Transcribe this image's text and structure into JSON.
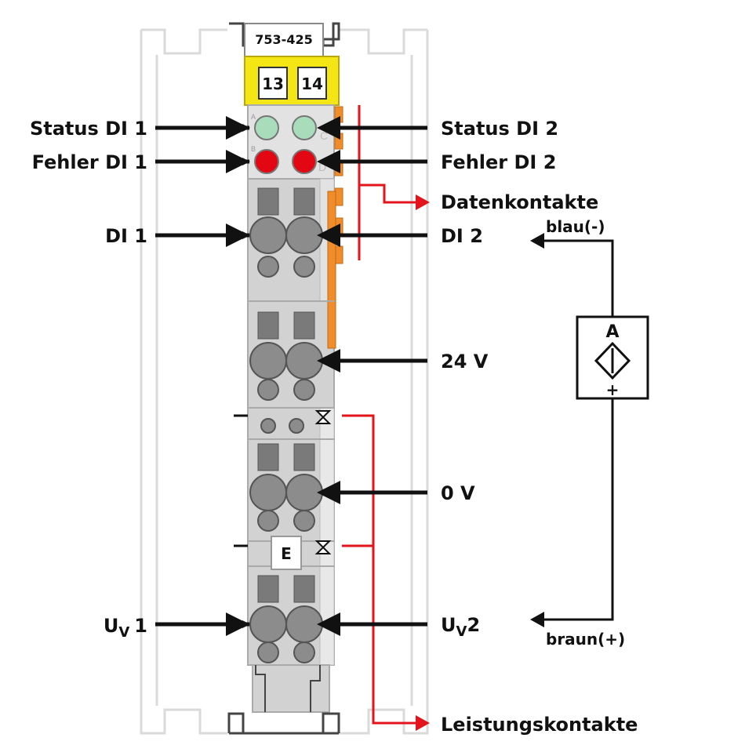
{
  "module": {
    "part_number": "753-425",
    "marker_left": "13",
    "marker_right": "14",
    "end_marker": "E",
    "led_letters": [
      "A",
      "B",
      "C",
      "D"
    ]
  },
  "labels": {
    "status_di1": "Status DI 1",
    "fehler_di1": "Fehler DI 1",
    "di1": "DI 1",
    "uv1_main": "U",
    "uv1_sub": "V",
    "uv1_num": "1",
    "status_di2": "Status DI 2",
    "fehler_di2": "Fehler DI 2",
    "datenkontakte": "Datenkontakte",
    "di2": "DI 2",
    "v24": "24 V",
    "v0": "0 V",
    "uv2_main": "U",
    "uv2_sub": "V",
    "uv2_num": "2",
    "leistungskontakte": "Leistungskontakte"
  },
  "sensor": {
    "letter": "A",
    "plus": "+",
    "wire_top": "blau(-)",
    "wire_bottom": "braun(+)"
  },
  "colors": {
    "arrow": "#111111",
    "red": "#e3141b",
    "yellow": "#f4e515",
    "orange": "#f08c2a",
    "led_green": "#a9dcba",
    "led_red": "#e30613",
    "module_grey": "#d2d2d2",
    "outline": "#d8d8d8"
  }
}
